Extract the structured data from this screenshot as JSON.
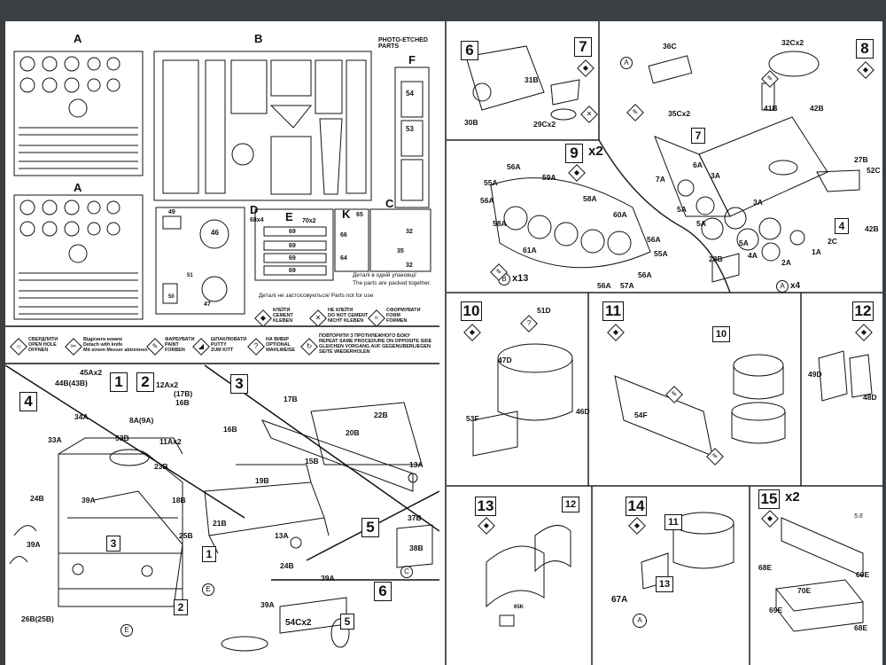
{
  "sprues": {
    "A_top": "A",
    "B": "B",
    "A_bottom": "A",
    "D": "D",
    "E": "E",
    "K": "K",
    "C": "C",
    "F": "F",
    "photo_etched": "PHOTO-ETCHED PARTS",
    "d_count": "68x4",
    "e_count": "70x2",
    "e_parts": [
      "69",
      "69",
      "69",
      "69"
    ],
    "k_parts": [
      "65",
      "66",
      "64"
    ],
    "c_parts": [
      "32",
      "35",
      "32"
    ],
    "f_parts": [
      "54",
      "53"
    ],
    "part_49": "49",
    "part_46": "46",
    "part_51": "51",
    "part_47": "47",
    "part_50": "50",
    "packed_uk": "Деталі в одній упаковці/",
    "packed_en": "The parts are packed together.",
    "not_use": "Деталі не застосовуються/ Parts not for use"
  },
  "legend": {
    "cement": [
      "КЛЕЇТИ",
      "CEMENT",
      "KLEBEN"
    ],
    "no_cement": [
      "НЕ КЛЕЇТИ",
      "DO NOT CEMENT",
      "NICHT KLEBEN"
    ],
    "form": [
      "СФОРМУВАТИ",
      "FORM",
      "FORMEN"
    ],
    "drill": [
      "СВЕРДЛИТИ",
      "OPEN HOLE",
      "OFFNEN"
    ],
    "knife": [
      "Відрізати ножем",
      "Detach with knife",
      "Mit einem Messer abtrennen"
    ],
    "paint": [
      "ФАРБУВАТИ",
      "PAINT",
      "FORBEN"
    ],
    "putty": [
      "ШПАКЛЮВАТИ",
      "PUTTY",
      "ZUM KITT"
    ],
    "optional": [
      "НА ВИБІР",
      "OPTIONAL",
      "WAHLWEISE"
    ],
    "repeat": [
      "ПОВТОРИТИ З ПРОТИЛЕЖНОГО БОКУ",
      "REPEAT SAME PROCEDURE ON OPPOSITE SIDE",
      "GLEICHEN VORGANG AUF GEGENUBERLIEGEN",
      "SEITE WIEDERHOLEN"
    ]
  },
  "steps": {
    "s1": "1",
    "s2": "2",
    "s3": "3",
    "s4": "4",
    "s5": "5",
    "s6": "6",
    "s7": "7",
    "s8": "8",
    "s9": "9",
    "s9x": "x2",
    "s10": "10",
    "s11": "11",
    "s12": "12",
    "s13": "13",
    "s14": "14",
    "s15": "15",
    "s15x": "x2"
  },
  "labels_left": {
    "p45A": "45Ax2",
    "p44B": "44B(43B)",
    "p12A": "12Ax2",
    "p17B": "(17B)",
    "p16B": "16B",
    "p8A": "8A(9A)",
    "p11A": "11Ax2",
    "p34A": "34A",
    "p33A": "33A",
    "p53B": "53B",
    "p23B": "23B",
    "p24B": "24B",
    "p39A_a": "39A",
    "p39A_b": "39A",
    "p18B": "18B",
    "p25B": "25B",
    "p26B": "26B(25B)",
    "p3": "3",
    "p1": "1",
    "p2": "2",
    "pE1": "E",
    "pE2": "E",
    "p17B2": "17B",
    "p22B": "22B",
    "p20B": "20B",
    "p16B2": "16B",
    "p19B": "19B",
    "p15B": "15B",
    "p21B": "21B",
    "p13A_a": "13A",
    "p13A_b": "13A",
    "p37B": "37B",
    "p38B": "38B",
    "pC": "C",
    "p24B2": "24B",
    "p39A_c": "39A",
    "p39A_d": "39A",
    "p54C": "54Cx2",
    "p5": "5"
  },
  "labels_right": {
    "p30B": "30B",
    "p31B": "31B",
    "p29C": "29Cx2",
    "p36C": "36C",
    "p32C": "32Cx2",
    "p41B": "41B",
    "p42B": "42B",
    "p35C": "35Cx2",
    "p7": "7",
    "p7A": "7A",
    "p6A": "6A",
    "p3A_a": "3A",
    "p3A_b": "3A",
    "p5A_a": "5A",
    "p5A_b": "5A",
    "p5A_c": "5A",
    "p4A": "4A",
    "p2A": "2A",
    "p1A": "1A",
    "p2C": "2C",
    "p27B": "27B",
    "p52C": "52C",
    "p42B2": "42B",
    "p28B": "28B",
    "p4": "4",
    "px4": "x4",
    "pA1": "A",
    "pA2": "A",
    "p56A_a": "56A",
    "p55A_a": "55A",
    "p56A_b": "56A",
    "p59A": "59A",
    "p58A_a": "58A",
    "p60A": "60A",
    "p58A_b": "58A",
    "p61A": "61A",
    "p56A_c": "56A",
    "p55A_b": "55A",
    "p56A_d": "56A",
    "p56A_e": "56A",
    "p57A": "57A",
    "pB": "B",
    "px13": "x13",
    "p51D": "51D",
    "p47D": "47D",
    "p46D": "46D",
    "p53F": "53F",
    "p10": "10",
    "p54F": "54F",
    "p49D": "49D",
    "p48D": "48D",
    "p12": "12",
    "p11": "11",
    "p13": "13",
    "p67A": "67A",
    "pA3": "A",
    "p65K": "65K",
    "p56": "5.6",
    "p68E_a": "68E",
    "p70E": "70E",
    "p69E_a": "69E",
    "p69E_b": "69E",
    "p68E_b": "68E"
  }
}
